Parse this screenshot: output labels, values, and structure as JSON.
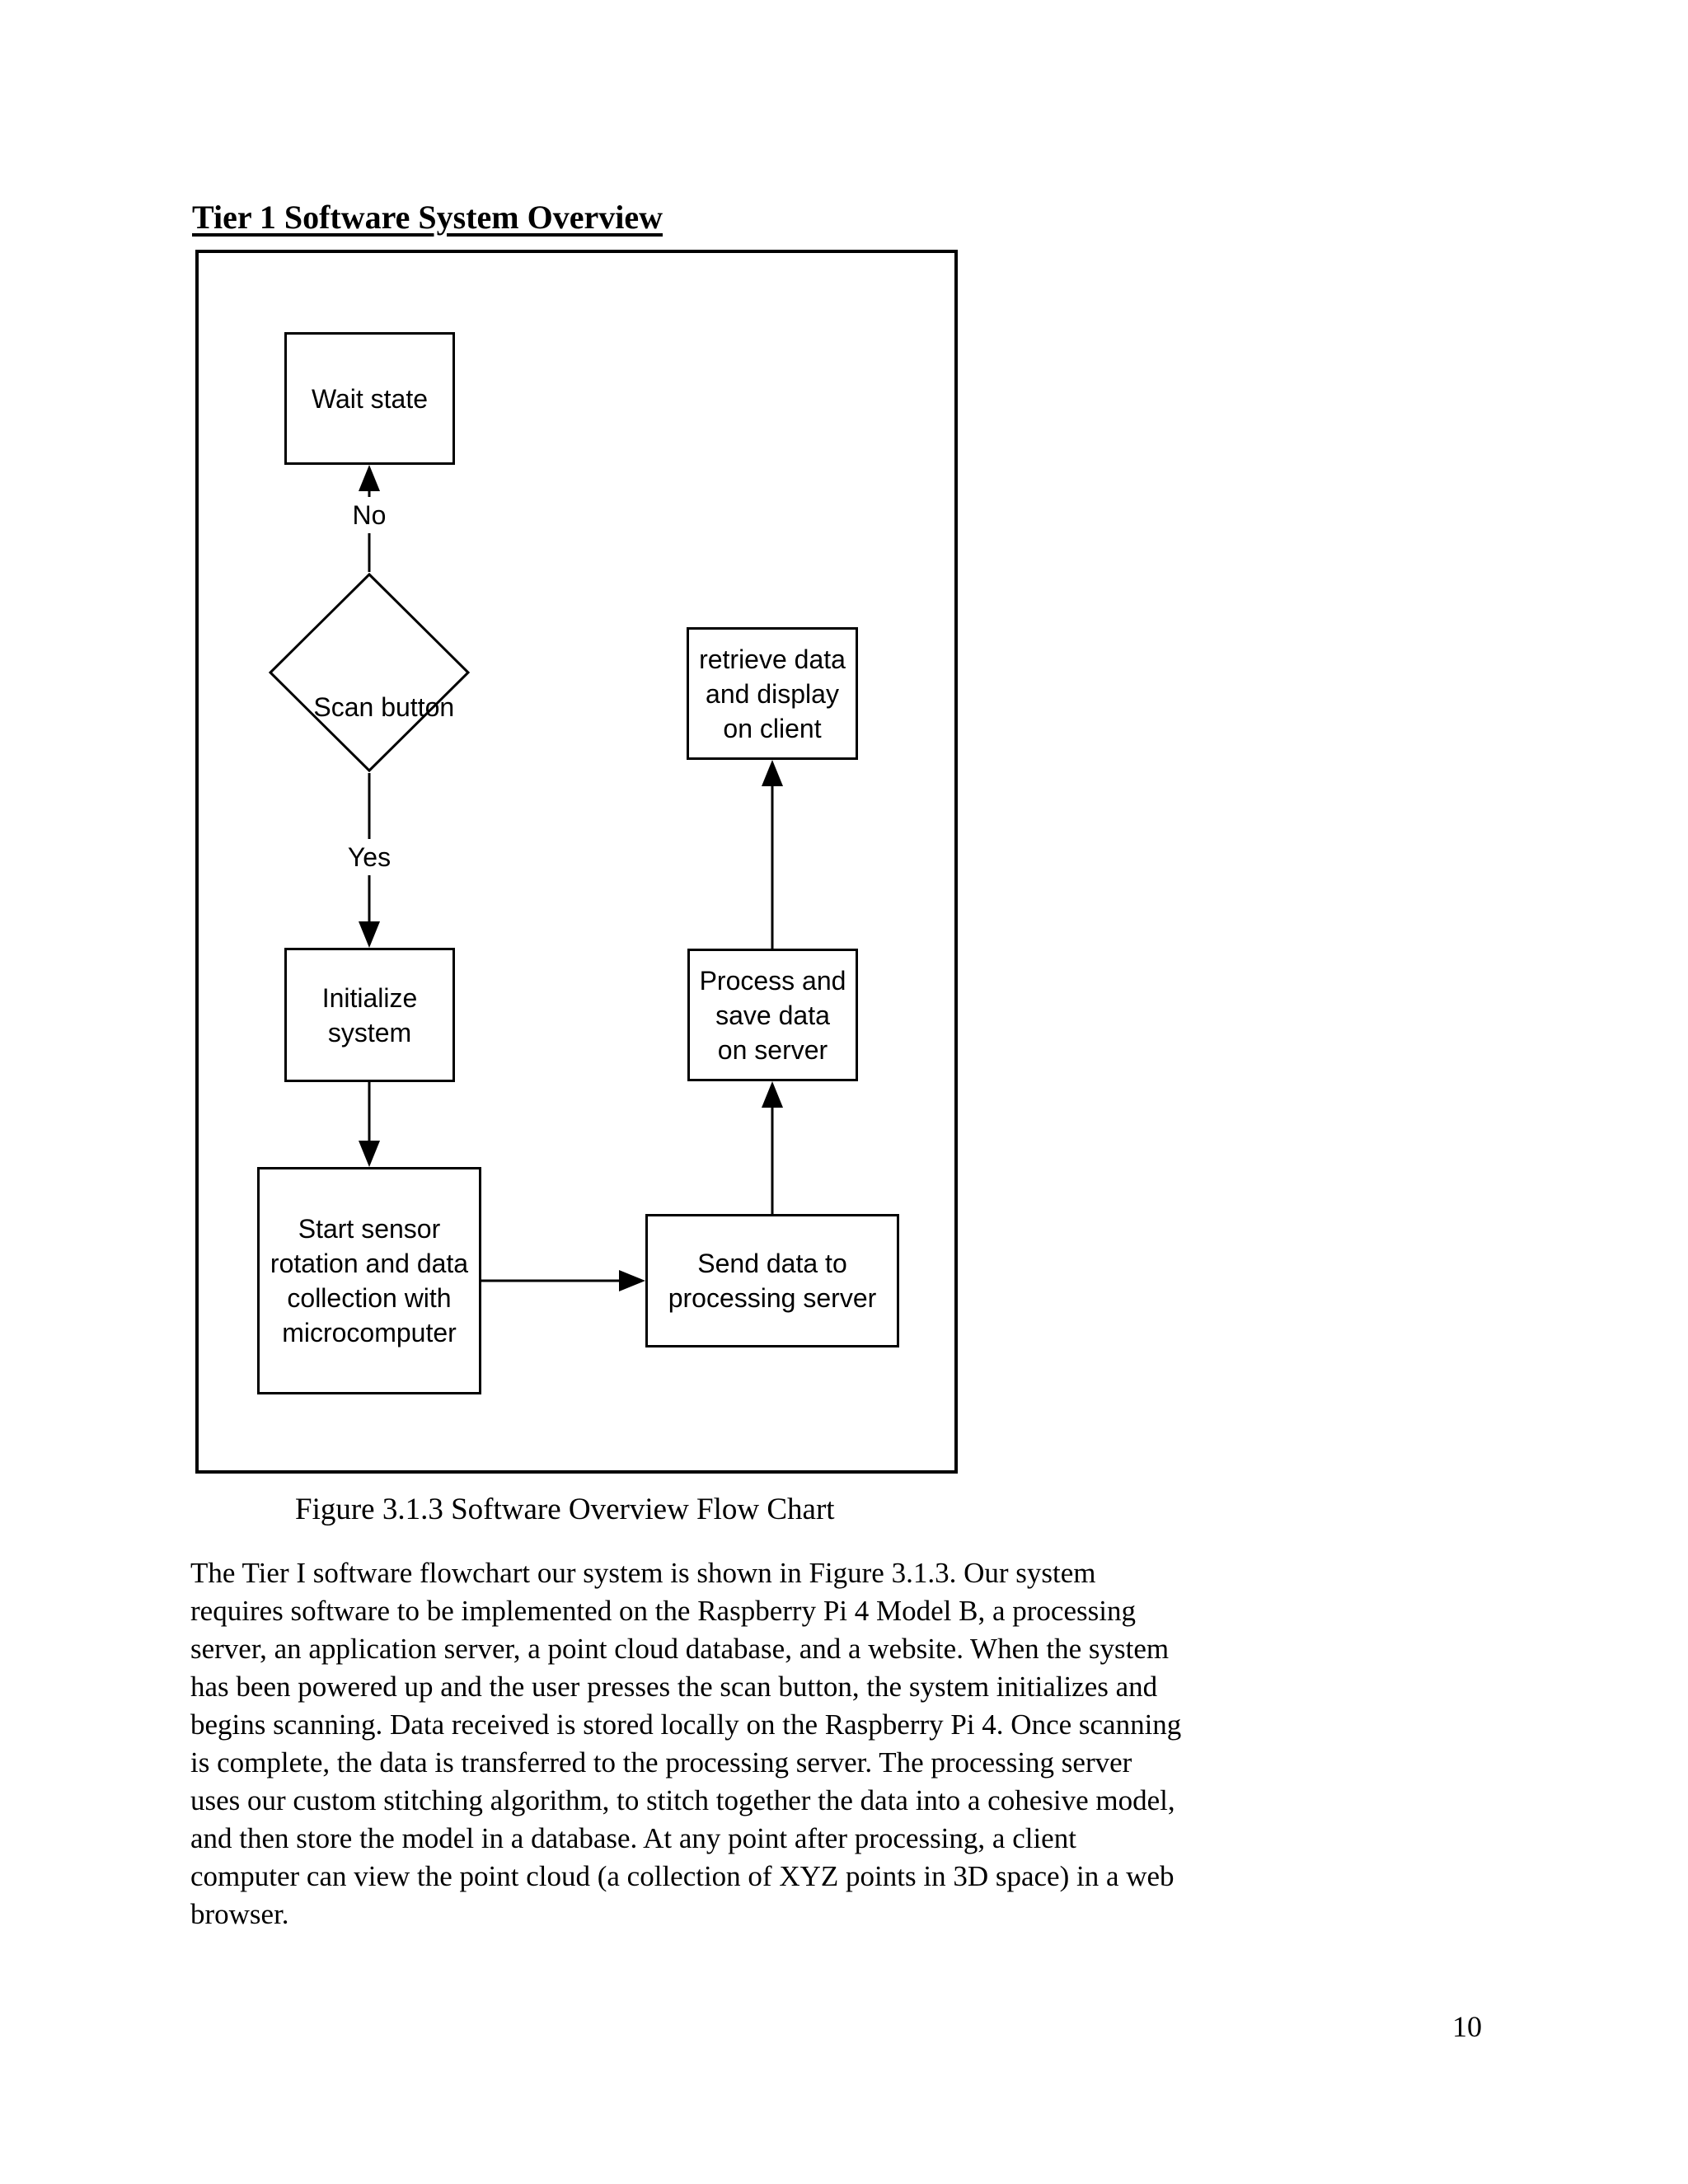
{
  "page": {
    "heading": "Tier 1 Software System Overview",
    "figure_caption": "Figure 3.1.3 Software Overview Flow Chart",
    "body_text": "The Tier I software flowchart our system is shown in Figure 3.1.3. Our system\nrequires software to be implemented on the Raspberry Pi 4 Model B, a processing\nserver, an application server, a point cloud database, and a website. When the system\nhas been powered up and the user presses the scan button, the system initializes and\nbegins scanning. Data received is stored locally on the Raspberry Pi 4. Once scanning\nis complete, the data is transferred to the processing server. The processing server\nuses our custom stitching algorithm, to stitch together the data into a cohesive model,\nand then store the model in a database. At any point after processing, a client\ncomputer can view the point cloud (a collection of XYZ points in 3D space) in a web\nbrowser.",
    "page_number": "10"
  },
  "flowchart": {
    "colors": {
      "stroke": "#000000",
      "fill": "#ffffff"
    },
    "nodes": {
      "wait_state": {
        "label": "Wait state",
        "shape": "rectangle"
      },
      "scan_button": {
        "label": "Scan button",
        "shape": "diamond"
      },
      "initialize": {
        "label": "Initialize\nsystem",
        "shape": "rectangle"
      },
      "start_sensor": {
        "label": "Start sensor\nrotation and data\ncollection with\nmicrocomputer",
        "shape": "rectangle"
      },
      "send_data": {
        "label": "Send data to\nprocessing server",
        "shape": "rectangle"
      },
      "process_save": {
        "label": "Process and\nsave data\non server",
        "shape": "rectangle"
      },
      "retrieve_display": {
        "label": "retrieve data\nand display\non client",
        "shape": "rectangle"
      }
    },
    "edges": {
      "no_label": "No",
      "yes_label": "Yes"
    }
  }
}
